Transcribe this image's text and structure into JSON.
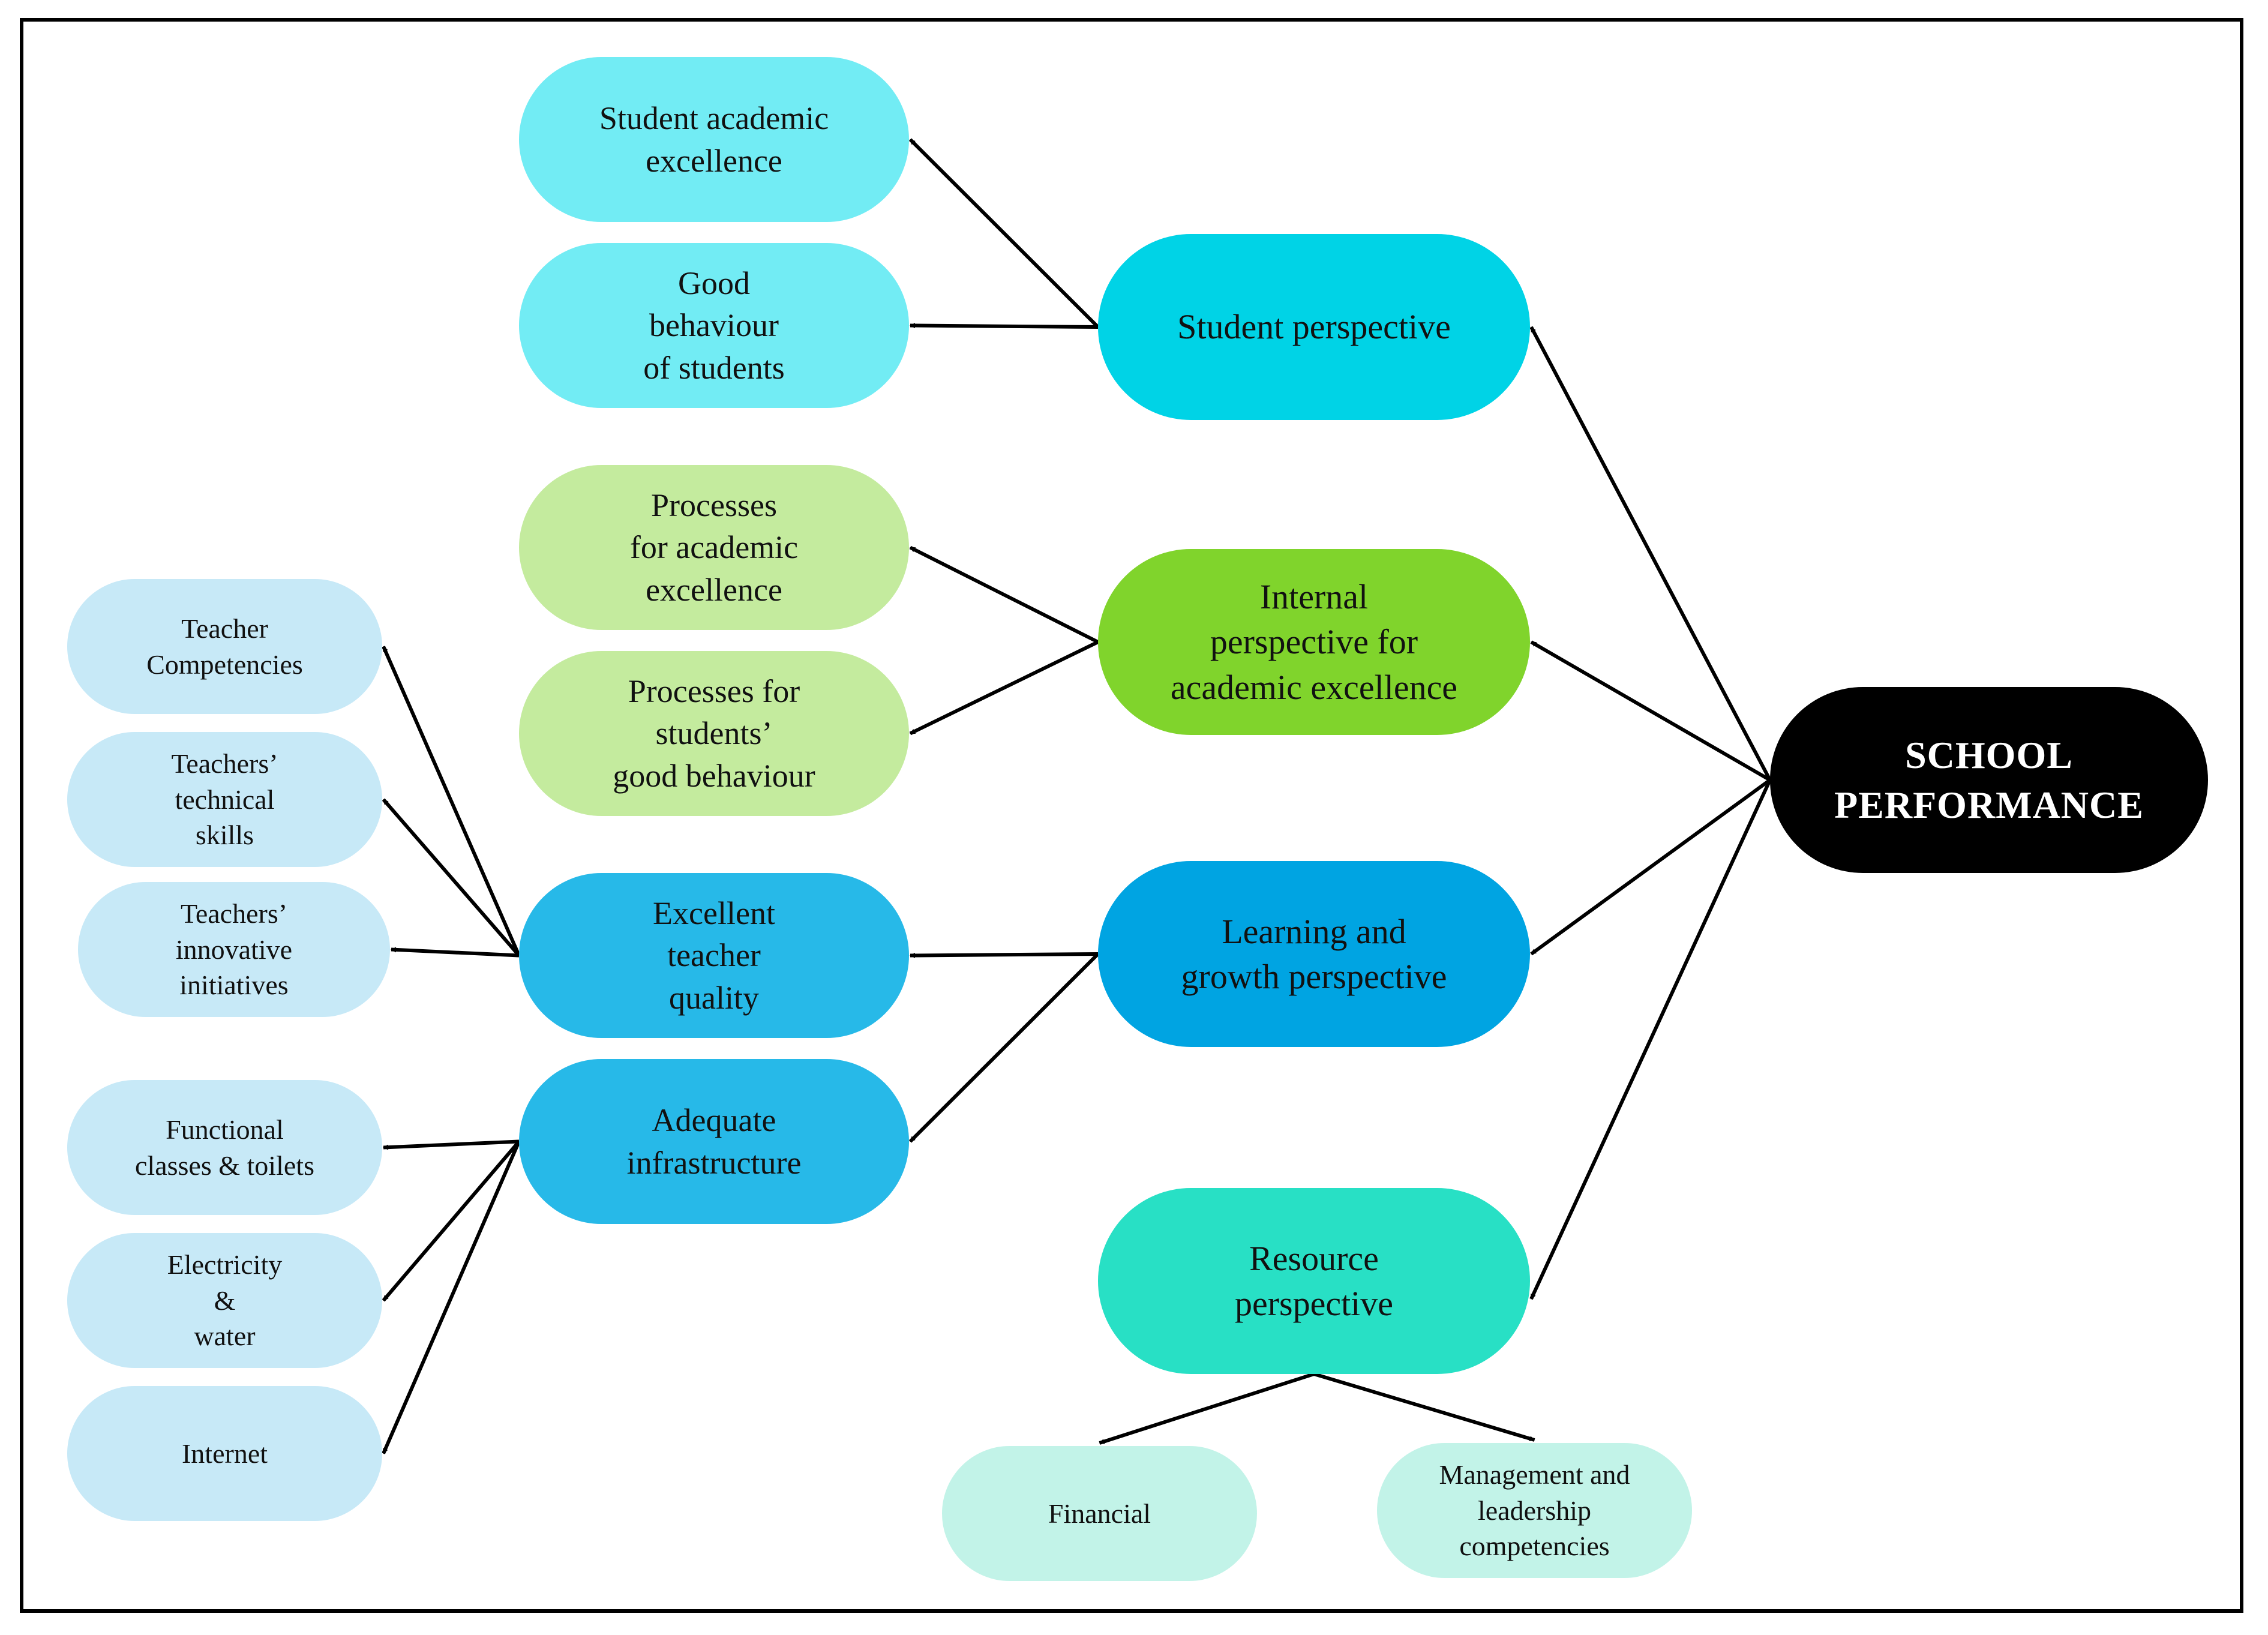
{
  "colors": {
    "root": "#000000",
    "student_perspective": "#00d3e6",
    "student_child": "#72ecf4",
    "internal_perspective": "#80d42c",
    "internal_child": "#c4eb9e",
    "learning_perspective": "#00a4e2",
    "learning_child": "#27b9e8",
    "learning_leaf": "#c7e9f7",
    "resource_perspective": "#28e0c5",
    "resource_child": "#c2f3e8",
    "edge": "#000000"
  },
  "nodes": {
    "root": {
      "label": "SCHOOL\nPERFORMANCE"
    },
    "student_perspective": {
      "label": "Student perspective"
    },
    "student_academic_excellence": {
      "label": "Student academic\nexcellence"
    },
    "good_behaviour": {
      "label": "Good\nbehaviour\nof students"
    },
    "internal_perspective": {
      "label": "Internal\nperspective for\nacademic excellence"
    },
    "processes_academic": {
      "label": "Processes\nfor academic\nexcellence"
    },
    "processes_behaviour": {
      "label": "Processes for\nstudents’\ngood behaviour"
    },
    "learning_perspective": {
      "label": "Learning and\ngrowth perspective"
    },
    "teacher_quality": {
      "label": "Excellent\nteacher\nquality"
    },
    "infrastructure": {
      "label": "Adequate\ninfrastructure"
    },
    "teacher_competencies": {
      "label": "Teacher\nCompetencies"
    },
    "technical_skills": {
      "label": "Teachers’\ntechnical\nskills"
    },
    "innovative_initiatives": {
      "label": "Teachers’\ninnovative\ninitiatives"
    },
    "classes_toilets": {
      "label": "Functional\nclasses & toilets"
    },
    "electricity_water": {
      "label": "Electricity\n&\nwater"
    },
    "internet": {
      "label": "Internet"
    },
    "resource_perspective": {
      "label": "Resource\nperspective"
    },
    "financial": {
      "label": "Financial"
    },
    "management": {
      "label": "Management and\nleadership\ncompetencies"
    }
  },
  "edges": [
    [
      "root",
      "student_perspective"
    ],
    [
      "root",
      "internal_perspective"
    ],
    [
      "root",
      "learning_perspective"
    ],
    [
      "root",
      "resource_perspective"
    ],
    [
      "student_perspective",
      "student_academic_excellence"
    ],
    [
      "student_perspective",
      "good_behaviour"
    ],
    [
      "internal_perspective",
      "processes_academic"
    ],
    [
      "internal_perspective",
      "processes_behaviour"
    ],
    [
      "learning_perspective",
      "teacher_quality"
    ],
    [
      "learning_perspective",
      "infrastructure"
    ],
    [
      "teacher_quality",
      "teacher_competencies"
    ],
    [
      "teacher_quality",
      "technical_skills"
    ],
    [
      "teacher_quality",
      "innovative_initiatives"
    ],
    [
      "infrastructure",
      "classes_toilets"
    ],
    [
      "infrastructure",
      "electricity_water"
    ],
    [
      "infrastructure",
      "internet"
    ],
    [
      "resource_perspective",
      "financial"
    ],
    [
      "resource_perspective",
      "management"
    ]
  ]
}
